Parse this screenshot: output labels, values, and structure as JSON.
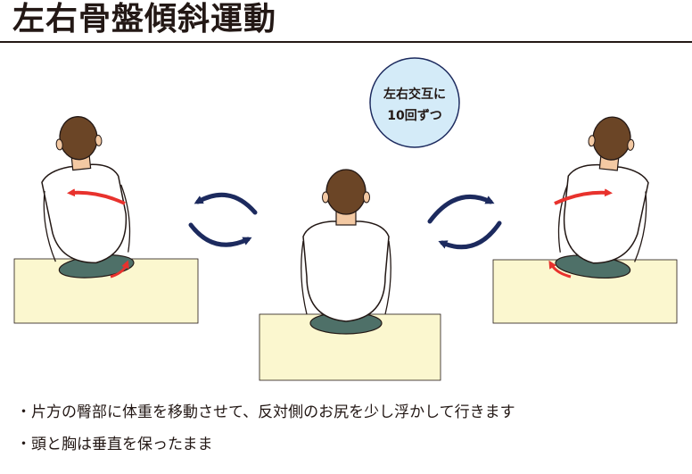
{
  "title": "左右骨盤傾斜運動",
  "badge": {
    "line1": "左右交互に",
    "line2": "10回ずつ"
  },
  "instructions": [
    "・片方の臀部に体重を移動させて、反対側のお尻を少し浮かして行きます",
    "・頭と胸は垂直を保ったまま"
  ],
  "colors": {
    "ink": "#231815",
    "seat": "#fbf7cf",
    "arrow_navy": "#1c2a5e",
    "arrow_red": "#e8322d",
    "badge_fill": "#d4ebf8",
    "badge_stroke": "#1c2a5e",
    "hair": "#6b4526",
    "skin": "#f3c9a3",
    "pants": "#4e7068",
    "shirt": "#ffffff"
  },
  "figures": [
    {
      "name": "left-tilted-person",
      "pose": "leaning-left"
    },
    {
      "name": "center-upright-person",
      "pose": "upright"
    },
    {
      "name": "right-tilted-person",
      "pose": "leaning-right"
    }
  ]
}
